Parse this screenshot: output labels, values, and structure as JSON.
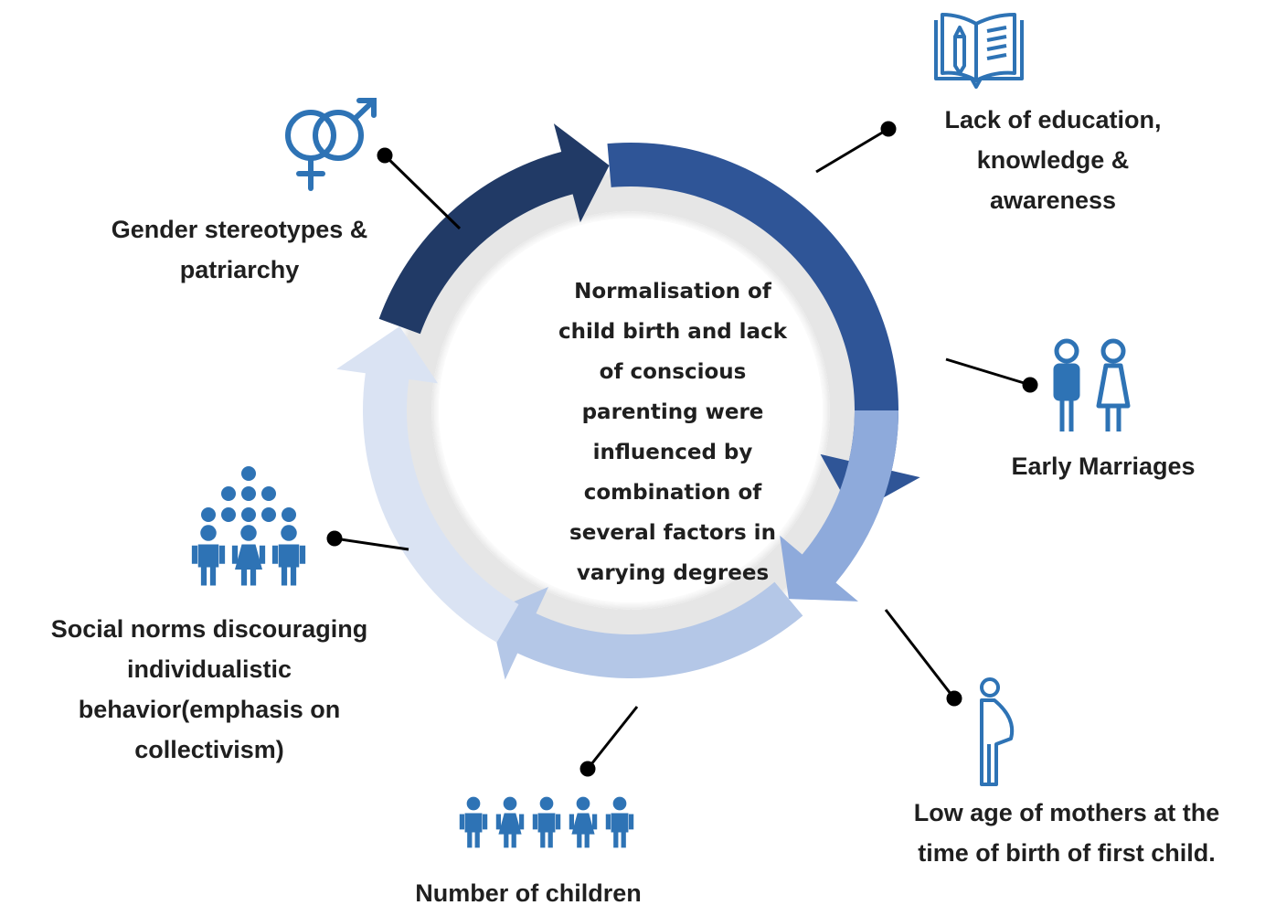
{
  "center": {
    "lines": [
      "Normalisation of",
      "child birth and lack",
      "of conscious",
      "parenting were",
      "influenced by",
      "combination of",
      "several factors  in",
      "varying degrees"
    ]
  },
  "factors": {
    "gender": {
      "lines": [
        "Gender stereotypes &",
        "patriarchy"
      ],
      "icon": "gender-symbols-icon"
    },
    "education": {
      "lines": [
        "Lack of education,",
        "knowledge &",
        "awareness"
      ],
      "icon": "open-book-icon"
    },
    "marriage": {
      "lines": [
        "Early  Marriages"
      ],
      "icon": "couple-icon"
    },
    "mothers": {
      "lines": [
        "Low age of mothers at the",
        "time of birth of first child."
      ],
      "icon": "pregnant-woman-icon"
    },
    "children": {
      "lines": [
        "Number of children"
      ],
      "icon": "children-row-icon"
    },
    "social": {
      "lines": [
        "Social norms discouraging",
        "individualistic",
        "behavior(emphasis on",
        "collectivism)"
      ],
      "icon": "crowd-icon"
    }
  },
  "colors": {
    "icon": "#2e73b5",
    "arrow_dark": "#213a66",
    "arrow_mid": "#2f5597",
    "arrow_light": "#8eaadb",
    "arrow_lighter": "#b4c7e7",
    "arrow_lightest": "#dae3f3",
    "inner_ring": "#e6e6e6",
    "connector": "#000000"
  }
}
